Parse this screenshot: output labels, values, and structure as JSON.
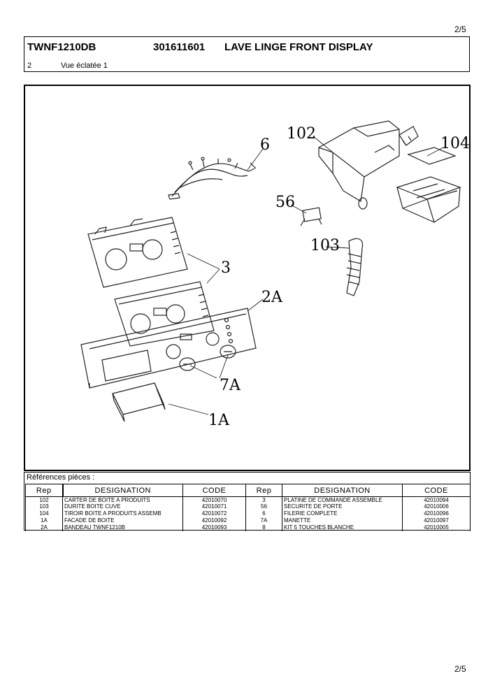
{
  "page": {
    "top_number": "2/5",
    "bottom_number": "2/5"
  },
  "header": {
    "model": "TWNF1210DB",
    "part_number": "301611601",
    "product_name": "LAVE LINGE FRONT DISPLAY",
    "section_number": "2",
    "section_title": "Vue éclatée 1"
  },
  "diagram": {
    "labels": [
      "6",
      "102",
      "104",
      "56",
      "103",
      "3",
      "2A",
      "7A",
      "1A"
    ]
  },
  "references": {
    "title": "Références pièces :",
    "headers": [
      "Rep",
      "DESIGNATION",
      "CODE",
      "Rep",
      "DESIGNATION",
      "CODE"
    ],
    "rows": [
      [
        "102",
        "CARTER DE BOITE A PRODUITS",
        "42010070",
        "3",
        "PLATINE DE COMMANDE ASSEMBLE",
        "42010094"
      ],
      [
        "103",
        "DURITE BOITE CUVE",
        "42010071",
        "56",
        "SECURITE DE PORTE",
        "42010006"
      ],
      [
        "104",
        "TIROIR BOITE A PRODUITS ASSEMB",
        "42010072",
        "6",
        "FILERIE COMPLETE",
        "42010096"
      ],
      [
        "1A",
        "FACADE DE BOITE",
        "42010092",
        "7A",
        "MANETTE",
        "42010097"
      ],
      [
        "2A",
        "BANDEAU TWNF1210B",
        "42010093",
        "8",
        "KIT 5 TOUCHES BLANCHE",
        "42010005"
      ]
    ]
  }
}
